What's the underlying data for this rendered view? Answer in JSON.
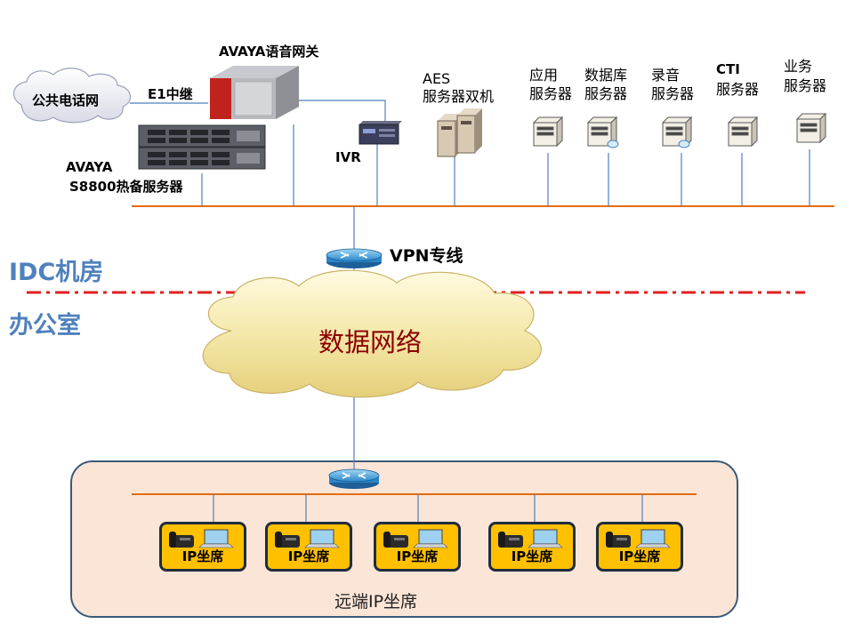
{
  "gateway": {
    "title": "AVAYA语音网关"
  },
  "pstn": {
    "label": "公共电话网"
  },
  "trunk": {
    "label": "E1中继"
  },
  "server": {
    "line1": "AVAYA",
    "line2": "S8800热备服务器"
  },
  "ivr": {
    "label": "IVR"
  },
  "aes": {
    "line1": "AES",
    "line2": "服务器双机"
  },
  "servers": [
    {
      "line1": "应用",
      "line2": "服务器"
    },
    {
      "line1": "数据库",
      "line2": "服务器"
    },
    {
      "line1": "录音",
      "line2": "服务器"
    },
    {
      "line1": "CTI",
      "line2": "服务器"
    },
    {
      "line1": "业务",
      "line2": "服务器"
    }
  ],
  "vpn": {
    "label": "VPN专线"
  },
  "zones": {
    "idc": "IDC机房",
    "office": "办公室"
  },
  "cloud": {
    "label": "数据网络"
  },
  "remote": {
    "label": "远端IP坐席",
    "seats": [
      "IP坐席",
      "IP坐席",
      "IP坐席",
      "IP坐席",
      "IP坐席"
    ]
  },
  "colors": {
    "bus": "#e46c0a",
    "divider": "#e02020",
    "link": "#4f7fbf",
    "zone_text": "#4f81bd",
    "cloud_text": "#8b0000",
    "seat_fill": "#ffc000",
    "remote_fill": "#fbe5d6"
  }
}
